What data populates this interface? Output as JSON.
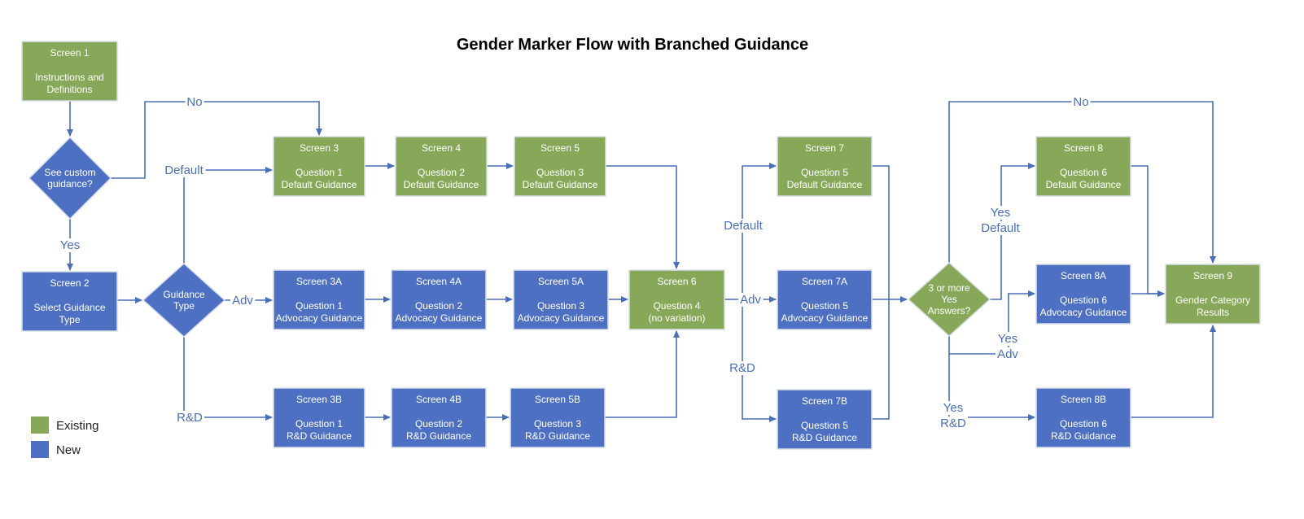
{
  "title": "Gender Marker Flow with Branched Guidance",
  "colors": {
    "existing": "#86a858",
    "new": "#4e70c2",
    "arrow": "#4a6fba",
    "box_border": "#d9dfe8"
  },
  "legend": [
    {
      "label": "Existing",
      "type": "existing"
    },
    {
      "label": "New",
      "type": "new"
    }
  ],
  "nodes": {
    "s1": {
      "type": "existing",
      "lines": [
        "Screen 1",
        "",
        "Instructions and",
        "Definitions"
      ]
    },
    "s2": {
      "type": "new",
      "lines": [
        "Screen 2",
        "",
        "Select Guidance",
        "Type"
      ]
    },
    "s3": {
      "type": "existing",
      "lines": [
        "Screen 3",
        "",
        "Question 1",
        "Default Guidance"
      ]
    },
    "s4": {
      "type": "existing",
      "lines": [
        "Screen 4",
        "",
        "Question 2",
        "Default Guidance"
      ]
    },
    "s5": {
      "type": "existing",
      "lines": [
        "Screen 5",
        "",
        "Question 3",
        "Default Guidance"
      ]
    },
    "s3a": {
      "type": "new",
      "lines": [
        "Screen 3A",
        "",
        "Question 1",
        "Advocacy Guidance"
      ]
    },
    "s4a": {
      "type": "new",
      "lines": [
        "Screen 4A",
        "",
        "Question 2",
        "Advocacy Guidance"
      ]
    },
    "s5a": {
      "type": "new",
      "lines": [
        "Screen 5A",
        "",
        "Question 3",
        "Advocacy Guidance"
      ]
    },
    "s3b": {
      "type": "new",
      "lines": [
        "Screen 3B",
        "",
        "Question 1",
        "R&D Guidance"
      ]
    },
    "s4b": {
      "type": "new",
      "lines": [
        "Screen 4B",
        "",
        "Question 2",
        "R&D Guidance"
      ]
    },
    "s5b": {
      "type": "new",
      "lines": [
        "Screen 5B",
        "",
        "Question 3",
        "R&D Guidance"
      ]
    },
    "s6": {
      "type": "existing",
      "lines": [
        "Screen 6",
        "",
        "Question 4",
        "(no variation)"
      ]
    },
    "s7": {
      "type": "existing",
      "lines": [
        "Screen 7",
        "",
        "Question 5",
        "Default Guidance"
      ]
    },
    "s7a": {
      "type": "new",
      "lines": [
        "Screen 7A",
        "",
        "Question 5",
        "Advocacy Guidance"
      ]
    },
    "s7b": {
      "type": "new",
      "lines": [
        "Screen 7B",
        "",
        "Question 5",
        "R&D Guidance"
      ]
    },
    "s8": {
      "type": "existing",
      "lines": [
        "Screen 8",
        "",
        "Question 6",
        "Default Guidance"
      ]
    },
    "s8a": {
      "type": "new",
      "lines": [
        "Screen 8A",
        "",
        "Question 6",
        "Advocacy Guidance"
      ]
    },
    "s8b": {
      "type": "new",
      "lines": [
        "Screen 8B",
        "",
        "Question 6",
        "R&D Guidance"
      ]
    },
    "s9": {
      "type": "existing",
      "lines": [
        "Screen 9",
        "",
        "Gender Category",
        "Results"
      ]
    },
    "d1": {
      "type": "new",
      "lines": [
        "See custom",
        "guidance?"
      ]
    },
    "d2": {
      "type": "new",
      "lines": [
        "Guidance",
        "Type"
      ]
    },
    "d3": {
      "type": "existing",
      "lines": [
        "3 or more",
        "Yes",
        "Answers?"
      ]
    }
  },
  "edge_labels": {
    "no_top": "No",
    "yes_left": "Yes",
    "default_left": "Default",
    "adv_left": "Adv",
    "rd_left": "R&D",
    "default_mid": "Default",
    "adv_mid": "Adv",
    "rd_mid": "R&D",
    "no_right": "No",
    "yes_default": [
      "Yes",
      "Default"
    ],
    "yes_adv": [
      "Yes",
      "Adv"
    ],
    "yes_rd": [
      "Yes",
      "R&D"
    ]
  }
}
